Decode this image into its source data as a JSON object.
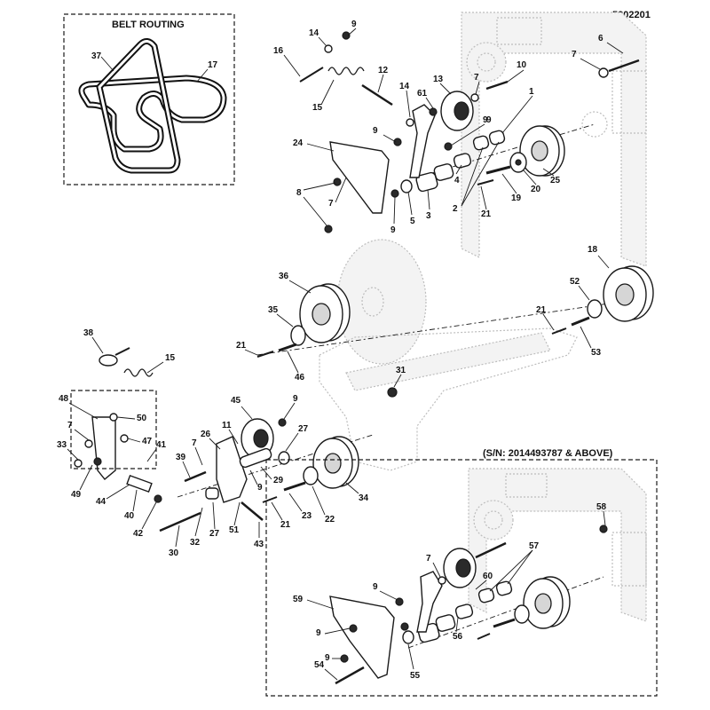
{
  "drawing_number": "5302201",
  "belt_routing": {
    "title": "BELT ROUTING",
    "labels": [
      "37",
      "17"
    ]
  },
  "inset": {
    "title": "(S/N: 2014493787 & ABOVE)"
  },
  "callouts": {
    "top": [
      "9",
      "14",
      "16",
      "6",
      "7",
      "10",
      "12",
      "14",
      "13",
      "7",
      "61",
      "1",
      "9",
      "15",
      "9",
      "24",
      "8",
      "7",
      "9",
      "5",
      "3",
      "4",
      "2",
      "9",
      "25",
      "20",
      "19",
      "21"
    ],
    "middle": [
      "18",
      "52",
      "36",
      "35",
      "21",
      "21",
      "46",
      "53",
      "38",
      "15",
      "31",
      "48",
      "9",
      "45",
      "7",
      "50",
      "11",
      "27",
      "41",
      "47",
      "7",
      "26",
      "33",
      "39",
      "49",
      "29",
      "9",
      "34",
      "44",
      "40",
      "42",
      "32",
      "27",
      "51",
      "21",
      "23",
      "22",
      "30",
      "43"
    ],
    "inset_parts": [
      "58",
      "7",
      "57",
      "9",
      "60",
      "59",
      "9",
      "56",
      "9",
      "54",
      "55"
    ]
  }
}
